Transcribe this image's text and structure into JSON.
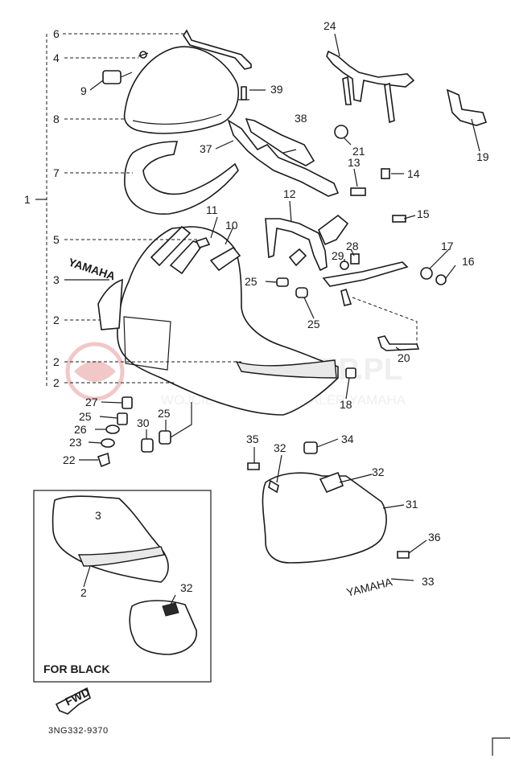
{
  "callouts": [
    "1",
    "2",
    "2",
    "2",
    "3",
    "4",
    "5",
    "6",
    "7",
    "8",
    "9",
    "10",
    "11",
    "12",
    "13",
    "14",
    "15",
    "16",
    "17",
    "18",
    "19",
    "20",
    "21",
    "22",
    "23",
    "24",
    "25",
    "25",
    "25",
    "25",
    "25",
    "26",
    "27",
    "28",
    "29",
    "30",
    "31",
    "32",
    "32",
    "32",
    "33",
    "34",
    "35",
    "36",
    "37",
    "38",
    "39"
  ],
  "inset": {
    "title": "FOR BLACK",
    "labels": {
      "a": "3",
      "b": "2",
      "c": "32"
    }
  },
  "brand_mark": "YAMAHA",
  "arrow_label": "FWD",
  "drawing_code": "3NG332-9370",
  "watermark": {
    "name": "YAMA-SKLEP.PL",
    "sub": "WOJCIECHOWICZ | DEALER YAMAHA"
  }
}
